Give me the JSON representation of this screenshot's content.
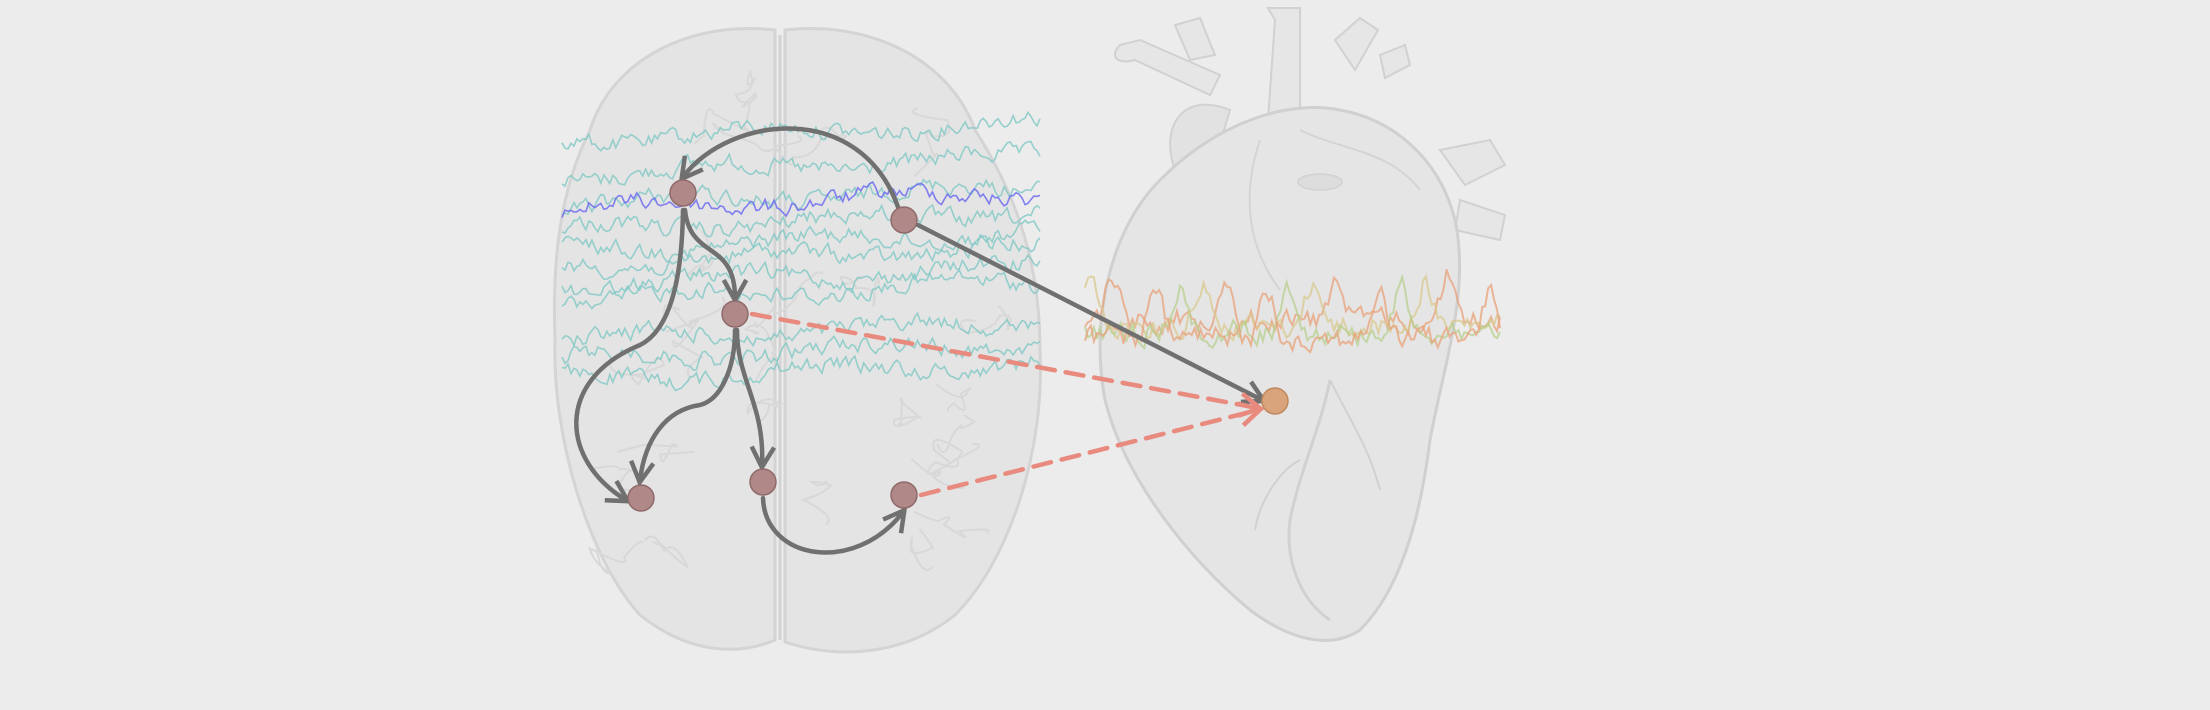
{
  "colors": {
    "background": "#ececec",
    "node_brain": "#b08888",
    "node_heart": "#d9a47c",
    "edge_directed": "#707070",
    "edge_cross": "#e88a7e",
    "eeg_trace": "#7fc8c4",
    "eeg_highlight": "#6f6cf0",
    "ecg_orange": "#e8a27a",
    "ecg_yellow": "#d8c88e",
    "ecg_green": "#b7cf8f",
    "outline": "#c9c9c9"
  },
  "icons": {
    "brain": "brain-illustration",
    "heart": "heart-illustration"
  },
  "nodes": [
    {
      "id": "b1",
      "region": "brain"
    },
    {
      "id": "b2",
      "region": "brain"
    },
    {
      "id": "b3",
      "region": "brain"
    },
    {
      "id": "b4",
      "region": "brain"
    },
    {
      "id": "b5",
      "region": "brain"
    },
    {
      "id": "b6",
      "region": "brain"
    },
    {
      "id": "h1",
      "region": "heart"
    }
  ],
  "edges": [
    {
      "from": "b2",
      "to": "b1",
      "style": "solid"
    },
    {
      "from": "b1",
      "to": "b3",
      "style": "solid"
    },
    {
      "from": "b1",
      "to": "b4",
      "style": "solid"
    },
    {
      "from": "b3",
      "to": "b4",
      "style": "solid"
    },
    {
      "from": "b3",
      "to": "b5",
      "style": "solid"
    },
    {
      "from": "b5",
      "to": "b6",
      "style": "solid"
    },
    {
      "from": "b2",
      "to": "h1",
      "style": "solid"
    },
    {
      "from": "b3",
      "to": "h1",
      "style": "dashed"
    },
    {
      "from": "b6",
      "to": "h1",
      "style": "dashed"
    }
  ]
}
